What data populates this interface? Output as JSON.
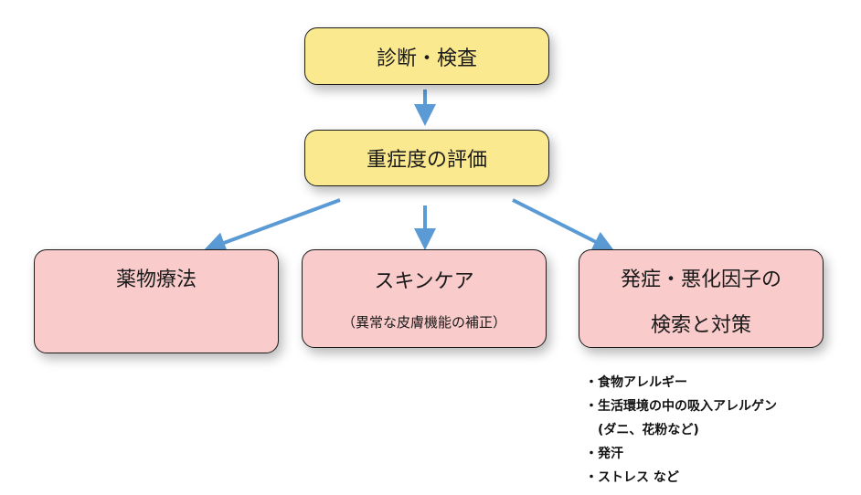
{
  "nodes": {
    "diagnosis": "診断・検査",
    "severity": "重症度の評価",
    "drug_therapy": "薬物療法",
    "skin_care": {
      "title": "スキンケア",
      "subtitle": "（異常な皮膚機能の補正）"
    },
    "factors": {
      "line1": "発症・悪化因子の",
      "line2": "検索と対策"
    }
  },
  "factor_list": [
    {
      "text": "・食物アレルギー"
    },
    {
      "text": "・生活環境の中の吸入アレルゲン"
    },
    {
      "text": "(ダニ、花粉など)"
    },
    {
      "text": "・発汗"
    },
    {
      "text": "・ストレス  など"
    }
  ],
  "colors": {
    "start_box": "#fbe98f",
    "action_box": "#f9cbcb",
    "arrow": "#5b9bd5"
  }
}
